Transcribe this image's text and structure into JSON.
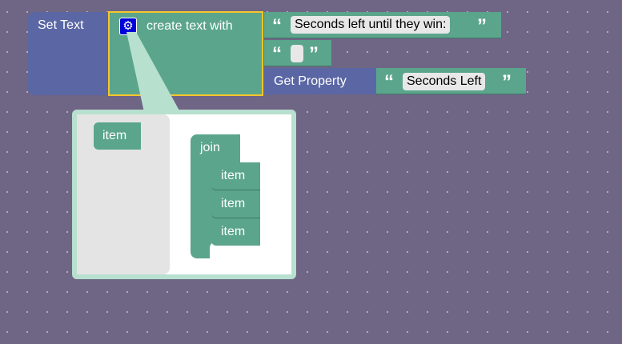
{
  "set_text": {
    "label": "Set Text"
  },
  "create_text": {
    "label": "create text with",
    "mutator_icon": "gear-icon"
  },
  "inputs": [
    {
      "type": "text",
      "value": "Seconds left until they win:"
    },
    {
      "type": "text",
      "value": ""
    },
    {
      "type": "get_property",
      "label": "Get Property",
      "value": "Seconds Left"
    }
  ],
  "quote_open": "“",
  "quote_close": "”",
  "mutator": {
    "flyout_item": "item",
    "container_label": "join",
    "items": [
      "item",
      "item",
      "item"
    ]
  },
  "colors": {
    "blue": "#5b67a5",
    "green": "#5ba58c",
    "selected": "#f7c52a",
    "background": "#6f6585"
  }
}
